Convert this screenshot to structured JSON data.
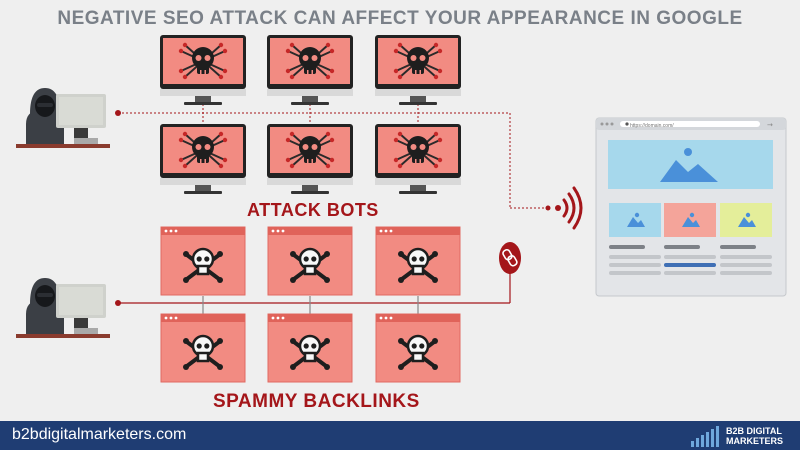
{
  "title": "NEGATIVE SEO ATTACK CAN AFFECT YOUR APPEARANCE IN GOOGLE",
  "labels": {
    "attack_bots": "ATTACK BOTS",
    "spammy_backlinks": "SPAMMY BACKLINKS"
  },
  "browser": {
    "url": "https://domain.com/"
  },
  "footer": {
    "url": "b2bdigitalmarketers.com",
    "brand_line1": "B2B DIGITAL",
    "brand_line2": "MARKETERS"
  },
  "icons": [
    "hacker-icon",
    "skull-monitor-icon",
    "skull-crossbones-icon",
    "broken-link-icon",
    "signal-icon",
    "image-icon"
  ],
  "colors": {
    "accent_red": "#a4161a",
    "pink": "#f28b82",
    "footer_bg": "#1f3d73",
    "title_gray": "#7a8088"
  }
}
